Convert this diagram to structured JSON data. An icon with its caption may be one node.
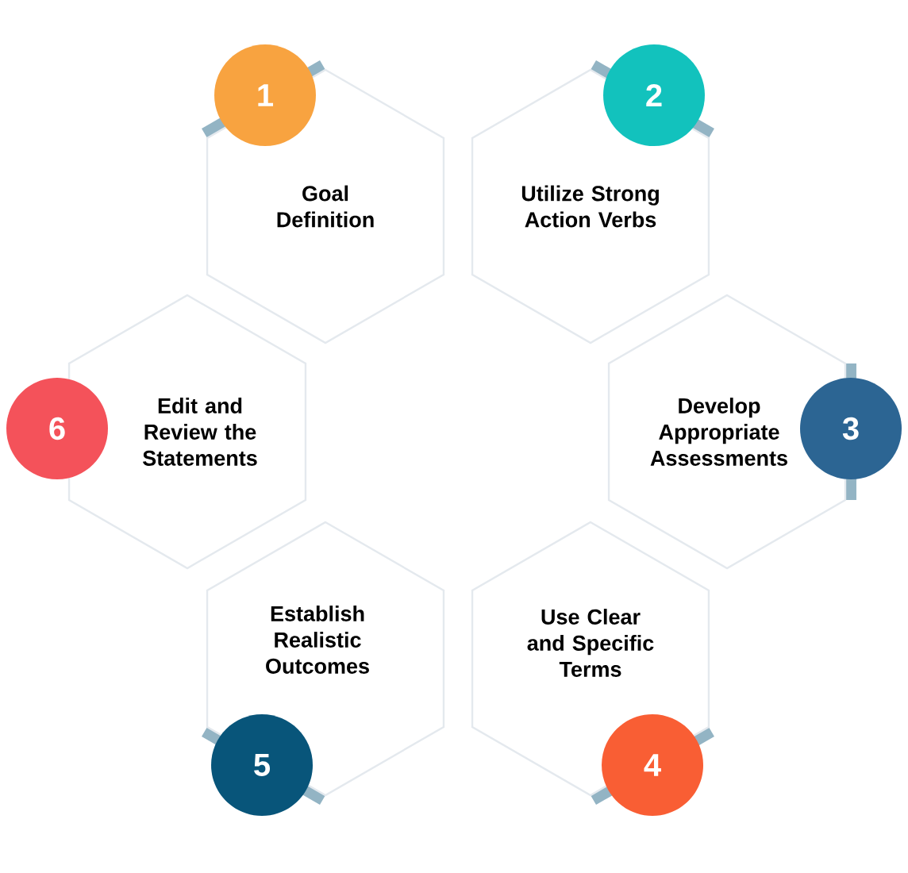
{
  "diagram": {
    "nodes": [
      {
        "text": [
          "Goal Definition"
        ]
      },
      {
        "text": [
          "1"
        ]
      },
      {
        "text": [
          "Utilize Strong Action Verbs"
        ]
      },
      {
        "text": [
          "2"
        ]
      },
      {
        "text": [
          "Develop Appropriate Assessments"
        ]
      },
      {
        "text": [
          "3"
        ]
      },
      {
        "text": [
          "Use Clear and Specific Terms"
        ]
      },
      {
        "text": [
          "4"
        ]
      },
      {
        "text": [
          "Establish Realistic Outcomes"
        ]
      },
      {
        "text": [
          "5"
        ]
      },
      {
        "text": [
          "Edit and Review the Statements"
        ]
      },
      {
        "text": [
          "6"
        ]
      }
    ]
  }
}
